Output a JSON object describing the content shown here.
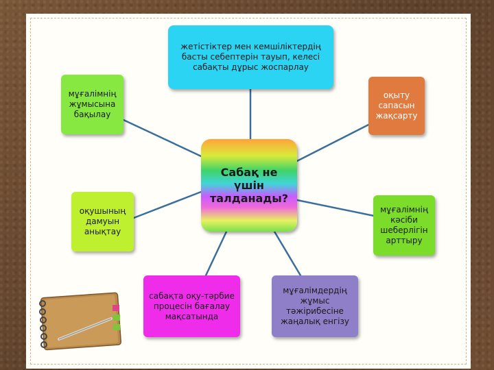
{
  "center": {
    "label": "Сабақ не үшін талданады?"
  },
  "nodes": {
    "top": "жетістіктер мен кемшіліктердің басты себептерін тауып, келесі сабақты дұрыс жоспарлау",
    "top_right": "оқыту сапасын жақсарту",
    "right": "мұғалімнің кәсіби шеберлігін арттыру",
    "bottom_right": "мұғалімдердің жұмыс тәжірибесіне жаңалық енгізу",
    "bottom_left": "сабақта оқу-тәрбие процесін бағалау мақсатында",
    "left": "оқушының дамуын анықтау",
    "top_left": "мұғалімнің жұмысына бақылау"
  },
  "colors": {
    "connector": "#3a6f9c",
    "top": "#2cd4f4",
    "top_right": "#e07a3e",
    "right": "#7cdc2a",
    "bottom_right": "#8f7fc8",
    "bottom_left": "#ee2cea",
    "left": "#bff030",
    "top_left": "#88e842"
  }
}
